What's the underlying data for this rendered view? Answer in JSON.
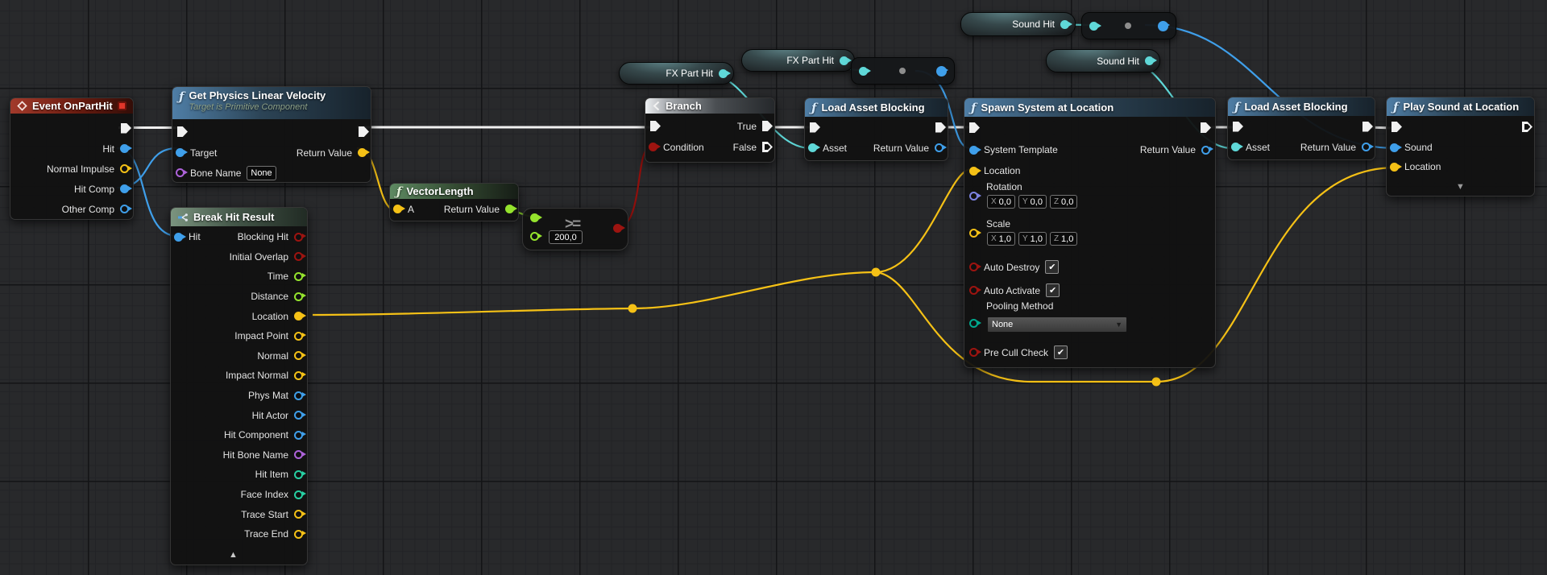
{
  "app": "Unreal Engine Blueprint Graph",
  "colors": {
    "exec_wire": "#f0f0f0",
    "object_blue": "#3f9fea",
    "soft_object_cyan": "#5fd8d8",
    "vector_gold": "#f5c116",
    "float_lime": "#95e32d",
    "bool_red": "#9d1410",
    "name_purple": "#ad62d9",
    "rotator_lavender": "#7d83e2",
    "enum_teal": "#00a88e",
    "int_green": "#27cfa2",
    "wire_red": "#8f0f0c",
    "header_blue": "#4f7ea6",
    "header_red": "#a23a2b",
    "header_green": "#5e8a62",
    "header_gray": "#a9adb1"
  },
  "icons": {
    "function": "ƒ",
    "collapse_up": "▲",
    "collapse_down": "▼",
    "dropdown_caret": "▼",
    "check": "✔"
  },
  "nodes": {
    "event_on_part_hit": {
      "title": "Event OnPartHit",
      "pins": [
        "Hit",
        "Normal Impulse",
        "Hit Comp",
        "Other Comp"
      ]
    },
    "get_physics_linear_velocity": {
      "title": "Get Physics Linear Velocity",
      "subtitle": "Target is Primitive Component",
      "target_label": "Target",
      "bone_name_label": "Bone Name",
      "bone_name_value": "None",
      "return_label": "Return Value"
    },
    "break_hit_result": {
      "title": "Break Hit Result",
      "hit_label": "Hit",
      "out_pins": [
        "Blocking Hit",
        "Initial Overlap",
        "Time",
        "Distance",
        "Location",
        "Impact Point",
        "Normal",
        "Impact Normal",
        "Phys Mat",
        "Hit Actor",
        "Hit Component",
        "Hit Bone Name",
        "Hit Item",
        "Face Index",
        "Trace Start",
        "Trace End"
      ]
    },
    "vector_length": {
      "title": "VectorLength",
      "a_label": "A",
      "return_label": "Return Value"
    },
    "greater_equal": {
      "operator": ">=",
      "value": "200,0"
    },
    "branch": {
      "title": "Branch",
      "condition_label": "Condition",
      "true_label": "True",
      "false_label": "False"
    },
    "fx_part_hit_1": {
      "label": "FX Part Hit"
    },
    "fx_part_hit_2": {
      "label": "FX Part Hit"
    },
    "sound_hit_1": {
      "label": "Sound Hit"
    },
    "sound_hit_2": {
      "label": "Sound Hit"
    },
    "load_asset_blocking_1": {
      "title": "Load Asset Blocking",
      "asset_label": "Asset",
      "return_label": "Return Value"
    },
    "load_asset_blocking_2": {
      "title": "Load Asset Blocking",
      "asset_label": "Asset",
      "return_label": "Return Value"
    },
    "spawn_system_at_location": {
      "title": "Spawn System at Location",
      "system_template_label": "System Template",
      "location_label": "Location",
      "return_label": "Return Value",
      "rotation_label": "Rotation",
      "rotation": {
        "x": "0,0",
        "y": "0,0",
        "z": "0,0"
      },
      "scale_label": "Scale",
      "scale": {
        "x": "1,0",
        "y": "1,0",
        "z": "1,0"
      },
      "axis": {
        "x": "X",
        "y": "Y",
        "z": "Z"
      },
      "auto_destroy_label": "Auto Destroy",
      "auto_destroy_checked": true,
      "auto_activate_label": "Auto Activate",
      "auto_activate_checked": true,
      "pooling_method_label": "Pooling Method",
      "pooling_method_value": "None",
      "pre_cull_check_label": "Pre Cull Check",
      "pre_cull_check_checked": true
    },
    "play_sound_at_location": {
      "title": "Play Sound at Location",
      "sound_label": "Sound",
      "location_label": "Location"
    }
  }
}
